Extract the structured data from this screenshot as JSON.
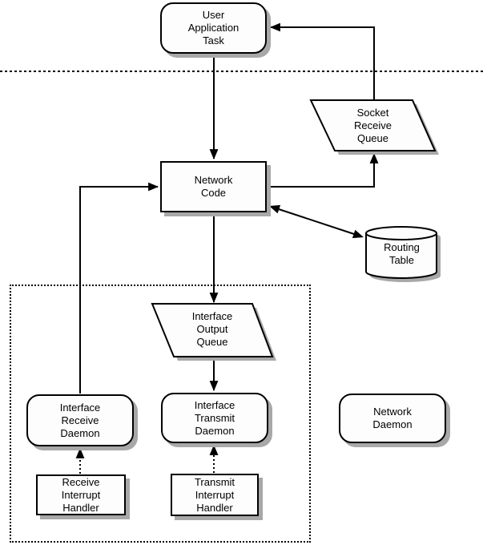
{
  "diagram": {
    "kind": "network-stack-flow-diagram",
    "colors": {
      "line": "#000000",
      "shape_fill": "#fdfdfd",
      "shadow": "#a8a8a8",
      "background": "#ffffff"
    },
    "nodes": {
      "user_application_task": {
        "label": "User\nApplication\nTask",
        "shape": "rounded-rect"
      },
      "socket_receive_queue": {
        "label": "Socket\nReceive\nQueue",
        "shape": "parallelogram"
      },
      "network_code": {
        "label": "Network\nCode",
        "shape": "rect"
      },
      "routing_table": {
        "label": "Routing\nTable",
        "shape": "cylinder"
      },
      "interface_output_queue": {
        "label": "Interface\nOutput\nQueue",
        "shape": "parallelogram"
      },
      "interface_receive_daemon": {
        "label": "Interface\nReceive\nDaemon",
        "shape": "rounded-rect"
      },
      "interface_transmit_daemon": {
        "label": "Interface\nTransmit\nDaemon",
        "shape": "rounded-rect"
      },
      "network_daemon": {
        "label": "Network\nDaemon",
        "shape": "rounded-rect"
      },
      "receive_interrupt_handler": {
        "label": "Receive\nInterrupt\nHandler",
        "shape": "rect"
      },
      "transmit_interrupt_handler": {
        "label": "Transmit\nInterrupt\nHandler",
        "shape": "rect"
      }
    },
    "connections": [
      {
        "from": "user_application_task",
        "to": "network_code",
        "style": "solid-arrow"
      },
      {
        "from": "network_code",
        "to": "socket_receive_queue",
        "style": "solid-arrow"
      },
      {
        "from": "socket_receive_queue",
        "to": "user_application_task",
        "style": "solid-arrow"
      },
      {
        "from": "interface_receive_daemon",
        "to": "network_code",
        "style": "solid-arrow"
      },
      {
        "from": "network_code",
        "to": "routing_table",
        "style": "solid-double-arrow"
      },
      {
        "from": "network_code",
        "to": "interface_output_queue",
        "style": "solid-arrow"
      },
      {
        "from": "interface_output_queue",
        "to": "interface_transmit_daemon",
        "style": "solid-arrow"
      },
      {
        "from": "receive_interrupt_handler",
        "to": "interface_receive_daemon",
        "style": "dotted-arrow"
      },
      {
        "from": "transmit_interrupt_handler",
        "to": "interface_transmit_daemon",
        "style": "dotted-arrow"
      }
    ],
    "regions": [
      {
        "name": "user-kernel-separator",
        "style": "dotted-line"
      },
      {
        "name": "interface-layer-boundary",
        "style": "dotted-box"
      }
    ]
  }
}
